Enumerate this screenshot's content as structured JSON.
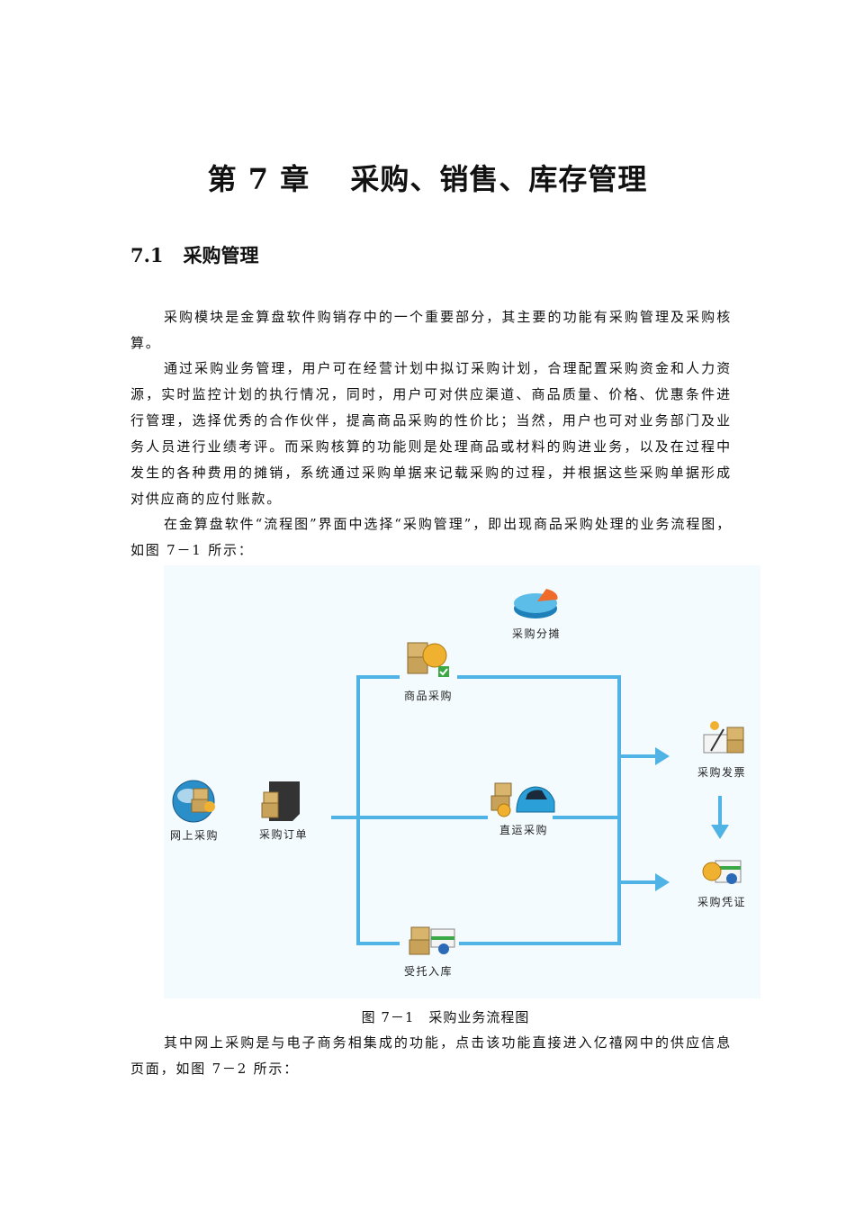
{
  "chapter_title": "第 7 章　 采购、销售、库存管理",
  "section": {
    "number": "7.1",
    "title": "采购管理"
  },
  "paragraphs": [
    "采购模块是金算盘软件购销存中的一个重要部分，其主要的功能有采购管理及采购核算。",
    "通过采购业务管理，用户可在经营计划中拟订采购计划，合理配置采购资金和人力资源，实时监控计划的执行情况，同时，用户可对供应渠道、商品质量、价格、优惠条件进行管理，选择优秀的合作伙伴，提高商品采购的性价比；当然，用户也可对业务部门及业务人员进行业绩考评。而采购核算的功能则是处理商品或材料的购进业务，以及在过程中发生的各种费用的摊销，系统通过采购单据来记载采购的过程，并根据这些采购单据形成对供应商的应付账款。",
    "在金算盘软件“流程图”界面中选择“采购管理”，即出现商品采购处理的业务流程图，如图 7－1 所示："
  ],
  "diagram": {
    "line_color": "#4fb3e6",
    "background": "#f3fbfe",
    "nodes": {
      "online_purchase": {
        "label": "网上采购",
        "icon": "globe-boxes-icon"
      },
      "purchase_order": {
        "label": "采购订单",
        "icon": "order-document-icon"
      },
      "goods_purchase": {
        "label": "商品采购",
        "icon": "boxes-coins-check-icon"
      },
      "direct_purchase": {
        "label": "直运采购",
        "icon": "car-boxes-icon"
      },
      "consign_stock": {
        "label": "受托入库",
        "icon": "boxes-certificate-icon"
      },
      "cost_allocation": {
        "label": "采购分摊",
        "icon": "pie-chart-icon"
      },
      "purchase_invoice": {
        "label": "采购发票",
        "icon": "invoice-pen-icon"
      },
      "purchase_voucher": {
        "label": "采购凭证",
        "icon": "voucher-coins-icon"
      }
    }
  },
  "caption": "图 7－1　采购业务流程图",
  "after_paragraph": "其中网上采购是与电子商务相集成的功能，点击该功能直接进入亿禧网中的供应信息页面，如图 7－2 所示："
}
